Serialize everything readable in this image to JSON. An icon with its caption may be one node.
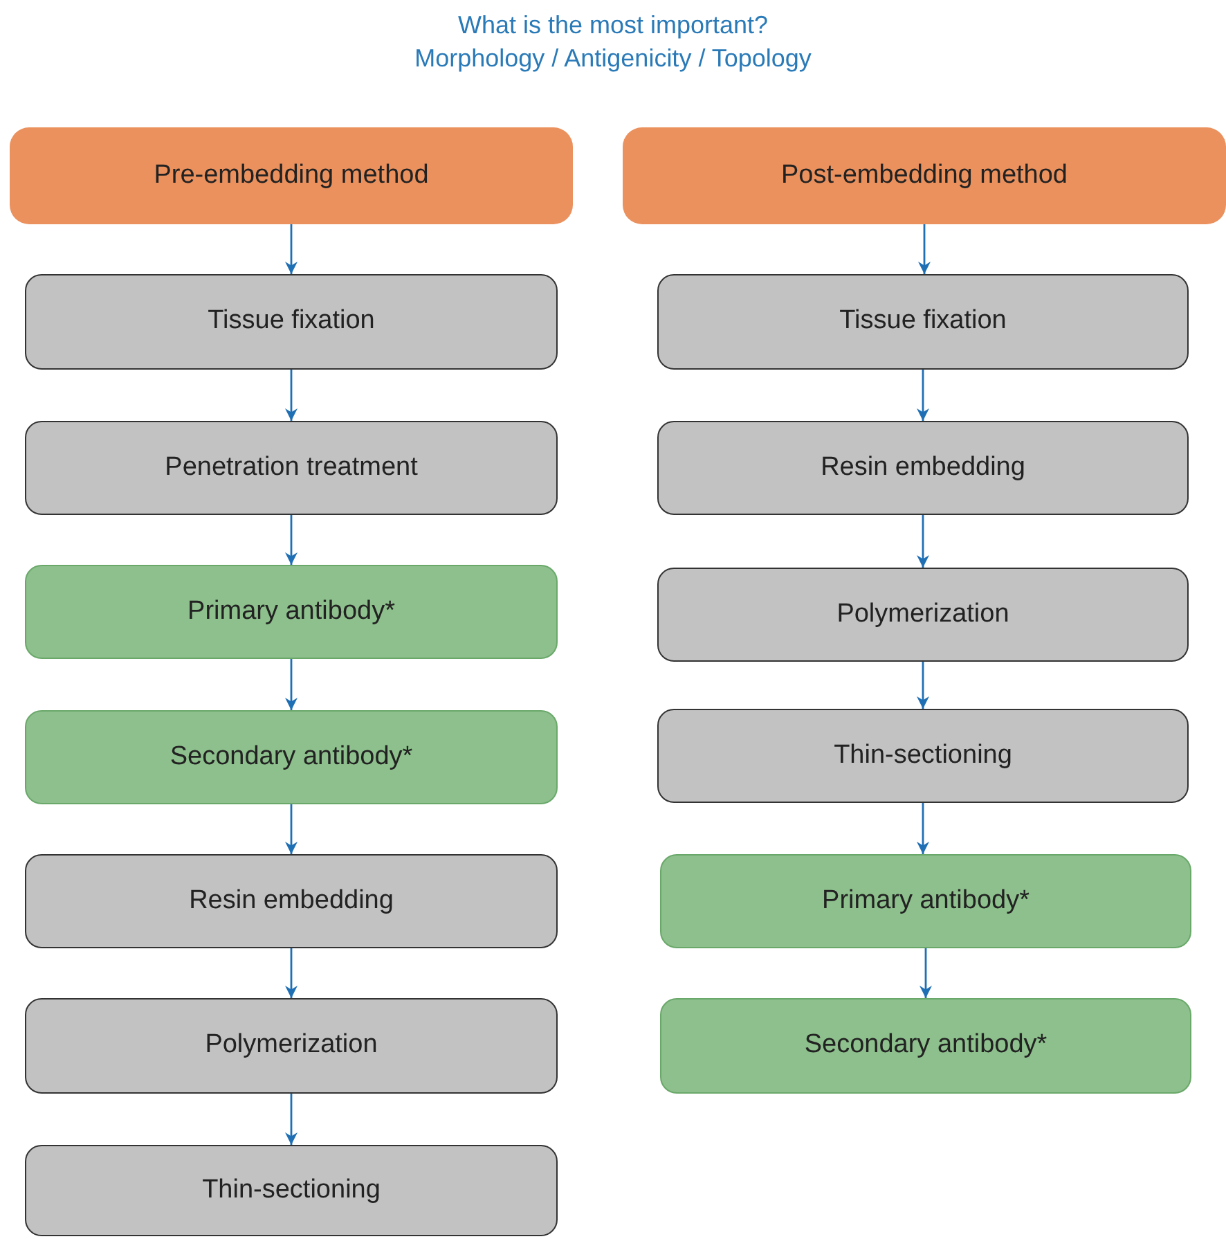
{
  "diagram": {
    "title": "What is the most important?",
    "nodes": [
      {
        "text": [
          "Pre-embedding method"
        ]
      },
      {
        "text": [
          "Tissue fixation"
        ]
      },
      {
        "text": [
          "Penetration treatment"
        ]
      },
      {
        "text": [
          "Primary antibody*"
        ]
      },
      {
        "text": [
          "Secondary antibody*"
        ]
      },
      {
        "text": [
          "Resin embedding"
        ]
      },
      {
        "text": [
          "Polymerization"
        ]
      },
      {
        "text": [
          "Thin-sectioning"
        ]
      },
      {
        "text": [
          "Post-embedding method"
        ]
      },
      {
        "text": [
          "Tissue fixation"
        ]
      },
      {
        "text": [
          "Resin embedding"
        ]
      },
      {
        "text": [
          "Polymerization"
        ]
      },
      {
        "text": [
          "Thin-sectioning"
        ]
      },
      {
        "text": [
          "Primary antibody*"
        ]
      },
      {
        "text": [
          "Secondary antibody*"
        ]
      }
    ],
    "edges": [
      {
        "from": 0,
        "to": 1,
        "arrow": "to"
      },
      {
        "from": 1,
        "to": 2,
        "arrow": "to"
      },
      {
        "from": 2,
        "to": 3,
        "arrow": "to"
      },
      {
        "from": 3,
        "to": 4,
        "arrow": "to"
      },
      {
        "from": 4,
        "to": 5,
        "arrow": "to"
      },
      {
        "from": 5,
        "to": 6,
        "arrow": "to"
      },
      {
        "from": 6,
        "to": 7,
        "arrow": "to"
      },
      {
        "from": 8,
        "to": 9,
        "arrow": "to"
      },
      {
        "from": 9,
        "to": 10,
        "arrow": "to"
      },
      {
        "from": 10,
        "to": 11,
        "arrow": "to"
      },
      {
        "from": 11,
        "to": 12,
        "arrow": "to"
      },
      {
        "from": 12,
        "to": 13,
        "arrow": "to"
      },
      {
        "from": 13,
        "to": 14,
        "arrow": "to"
      }
    ],
    "labels": [
      "Morphology / Antigenicity / Topology"
    ]
  }
}
